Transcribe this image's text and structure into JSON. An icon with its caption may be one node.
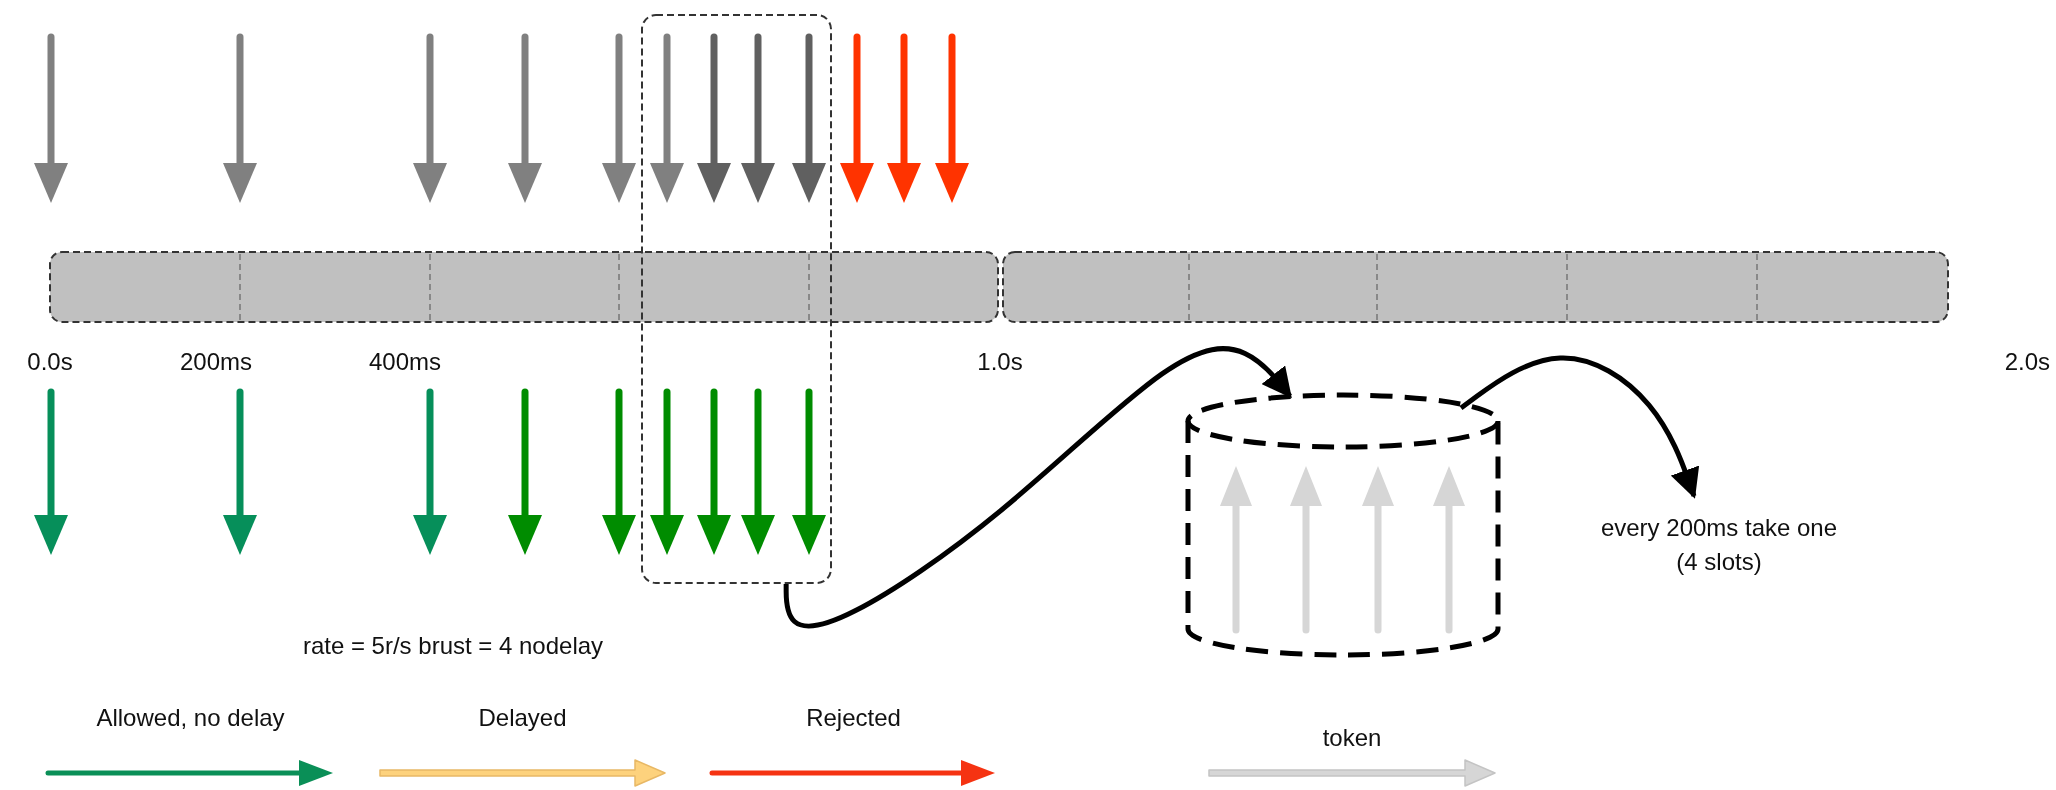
{
  "diagram": {
    "nodes": [
      {
        "text": [],
        "shape": "box"
      },
      {
        "text": [],
        "shape": "cylinder"
      },
      {
        "text": [
          "every 200ms take one (4 slots)"
        ]
      }
    ],
    "edges": [
      {
        "from": 0,
        "to": 1,
        "arrow": "to"
      },
      {
        "from": 1,
        "to": 2,
        "arrow": "to"
      }
    ],
    "labels": [
      "0.0s",
      "200ms",
      "400ms",
      "1.0s",
      "2.0s",
      "rate = 5r/s brust = 4 nodelay"
    ],
    "legend": [
      {
        "text": "Allowed, no delay"
      },
      {
        "text": "Delayed"
      },
      {
        "text": "Rejected"
      },
      {
        "text": "token"
      }
    ]
  }
}
